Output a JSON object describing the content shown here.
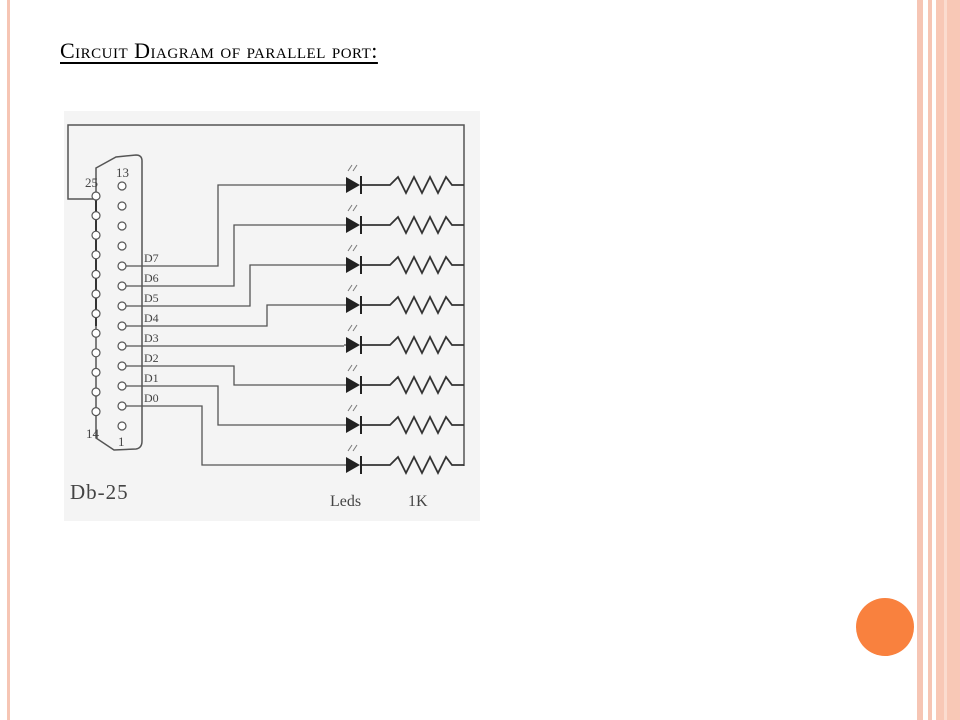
{
  "title": "Circuit Diagram of parallel port:",
  "diagram": {
    "connector_label": "Db-25",
    "pin_numbers": {
      "top_right": "13",
      "top_left": "25",
      "bottom_left": "14",
      "bottom_right": "1"
    },
    "data_lines": [
      "D7",
      "D6",
      "D5",
      "D4",
      "D3",
      "D2",
      "D1",
      "D0"
    ],
    "led_label": "Leds",
    "resistor_label": "1K"
  },
  "colors": {
    "accent": "#f9813e",
    "border": "#f6c5b4",
    "line": "#555555"
  }
}
